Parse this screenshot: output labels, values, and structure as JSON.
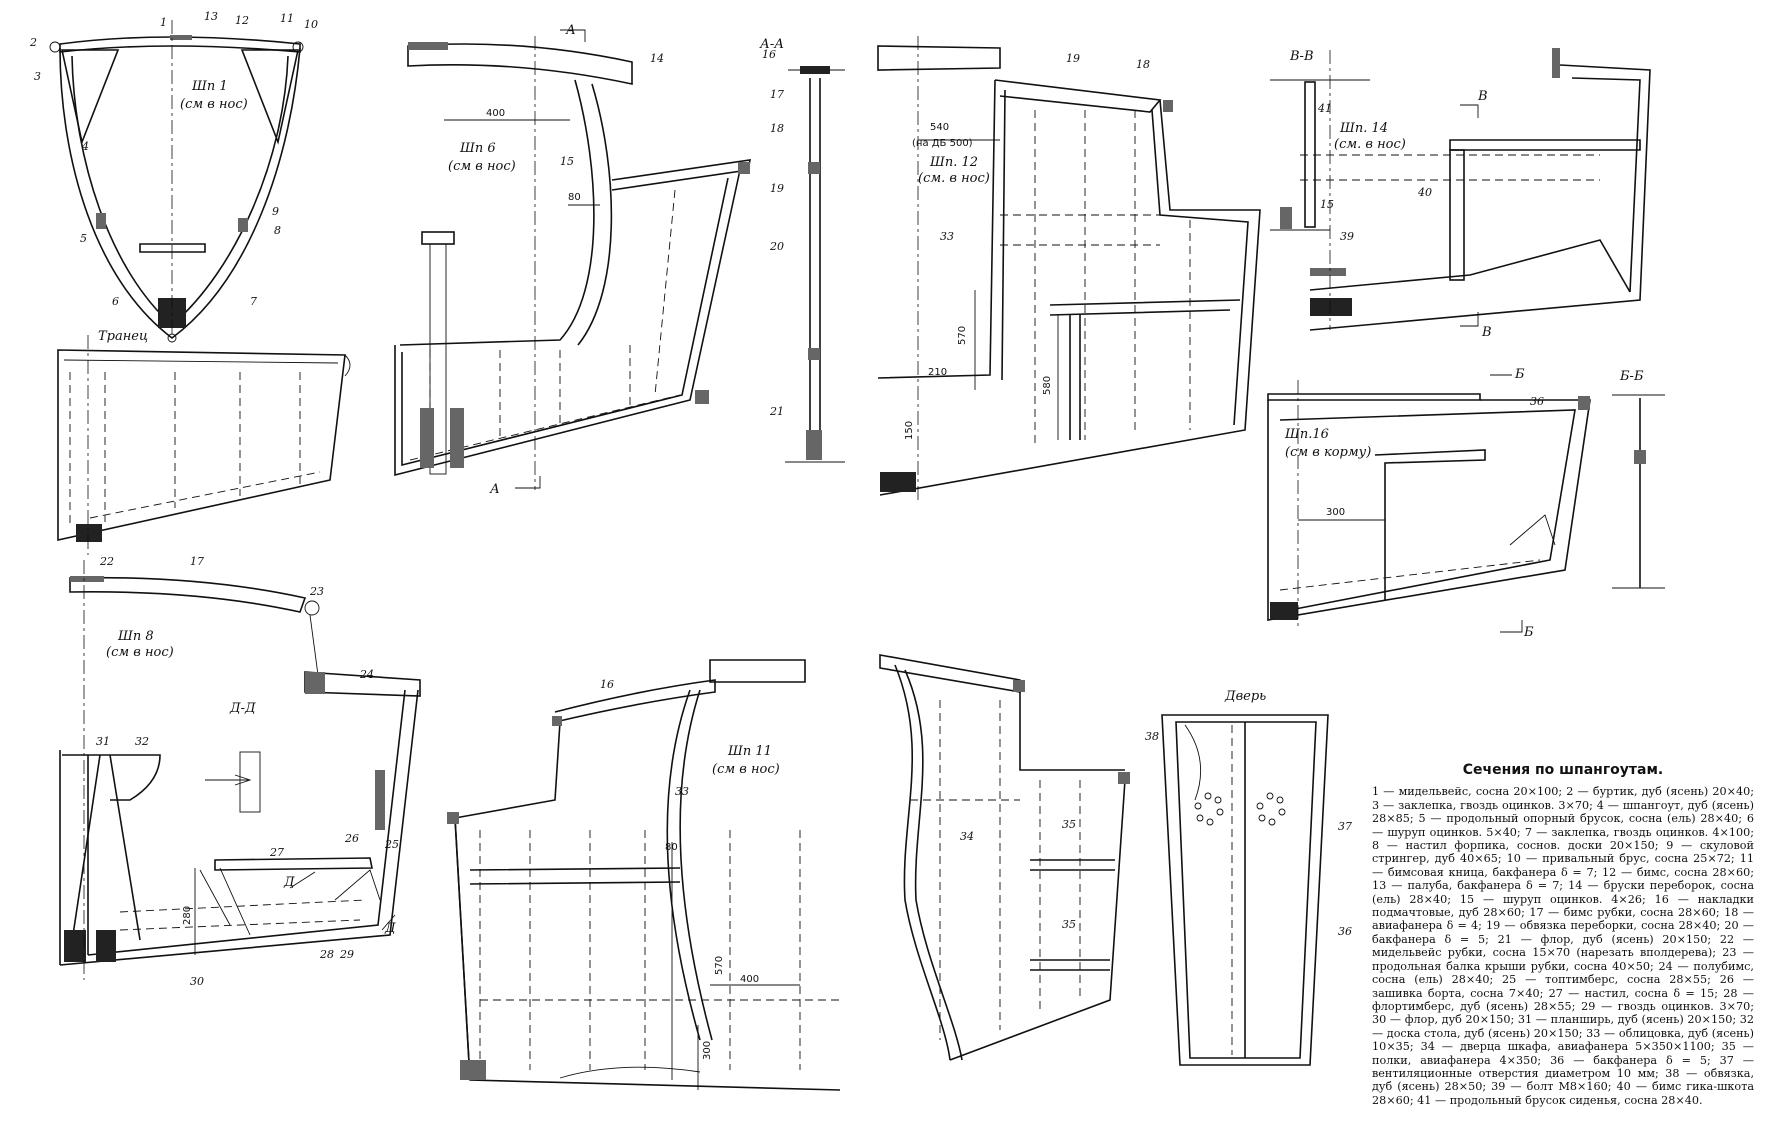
{
  "sections": {
    "s1": {
      "title": "Шп 1",
      "note": "(см в нос)"
    },
    "s6": {
      "title": "Шп 6",
      "note": "(см в нос)",
      "dim_a": "400",
      "dim_b": "80"
    },
    "aa": {
      "title": "А-А",
      "mark": "А"
    },
    "s12": {
      "title": "Шп. 12",
      "note": "(см. в нос)",
      "dim_a": "540",
      "dim_a_note": "(на ДБ 500)",
      "dim_b": "570",
      "dim_c": "580",
      "dim_d": "210",
      "dim_e": "150"
    },
    "vv": {
      "title": "В-В",
      "mark": "В"
    },
    "s14": {
      "title": "Шп. 14",
      "note": "(см. в нос)"
    },
    "s16": {
      "title": "Шп.16",
      "note": "(см в корму)",
      "dim_a": "300"
    },
    "bb": {
      "title": "Б-Б",
      "mark": "Б"
    },
    "transom": {
      "title": "Транец"
    },
    "s8": {
      "title": "Шп 8",
      "note": "(см в нос)",
      "dim_a": "280"
    },
    "dd": {
      "title": "Д-Д",
      "mark": "Д"
    },
    "s11": {
      "title": "Шп 11",
      "note": "(см в нос)",
      "dim_a": "80",
      "dim_b": "570",
      "dim_c": "400",
      "dim_d": "300"
    },
    "door": {
      "title": "Дверь"
    }
  },
  "callouts": [
    "1",
    "2",
    "3",
    "4",
    "5",
    "6",
    "7",
    "8",
    "9",
    "10",
    "11",
    "12",
    "13",
    "14",
    "15",
    "16",
    "17",
    "18",
    "19",
    "20",
    "21",
    "22",
    "23",
    "24",
    "25",
    "26",
    "27",
    "28",
    "29",
    "30",
    "31",
    "32",
    "33",
    "34",
    "35",
    "36",
    "37",
    "38",
    "39",
    "40",
    "41"
  ],
  "legend": {
    "title": "Сечения по шпангоутам.",
    "text": "1 — мидельвейс, сосна 20×100; 2 — буртик, дуб (ясень) 20×40; 3 — заклепка, гвоздь оцинков. 3×70; 4 — шпангоут, дуб (ясень) 28×85; 5 — продольный опорный брусок, сосна (ель) 28×40; 6 — шуруп оцинков. 5×40; 7 — заклепка, гвоздь оцинков. 4×100; 8 — настил форпика, соснов. доски 20×150; 9 — скуловой стрингер, дуб 40×65; 10 — привальный брус, сосна 25×72; 11 — бимсовая кница, бакфанера δ = 7; 12 — бимс, сосна 28×60; 13 — палуба, бакфанера δ = 7; 14 — бруски переборок, сосна (ель) 28×40; 15 — шуруп оцинков. 4×26; 16 — накладки подмачтовые, дуб 28×60; 17 — бимс рубки, сосна 28×60; 18 — авиафанера δ = 4; 19 — обвязка переборки, сосна 28×40; 20 — бакфанера δ = 5; 21 — флор, дуб (ясень) 20×150; 22 — мидельвейс рубки, сосна 15×70 (нарезать вполдерева); 23 — продольная балка крыши рубки, сосна 40×50; 24 — полубимс, сосна (ель) 28×40; 25 — топтимберс, сосна 28×55; 26 — зашивка борта, сосна 7×40; 27 — настил, сосна δ = 15; 28 — флортимберс, дуб (ясень) 28×55; 29 — гвоздь оцинков. 3×70; 30 — флор, дуб 20×150; 31 — планширь, дуб (ясень) 20×150; 32 — доска стола, дуб (ясень) 20×150; 33 — облицовка, дуб (ясень) 10×35; 34 — дверца шкафа, авиафанера 5×350×1100; 35 — полки, авиафанера 4×350; 36 — бакфанера δ = 5; 37 — вентиляционные отверстия диаметром 10 мм; 38 — обвязка, дуб (ясень) 28×50; 39 — болт М8×160; 40 — бимс гика-шкота 28×60; 41 — продольный брусок сиденья, сосна 28×40."
  }
}
